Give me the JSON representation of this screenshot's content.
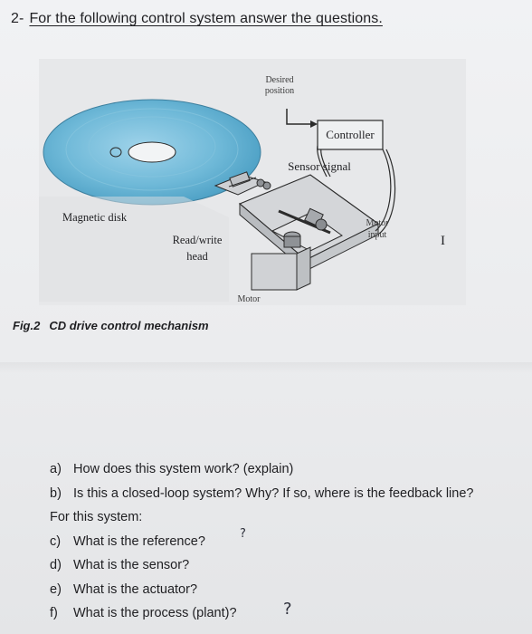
{
  "question": {
    "number": "2-",
    "title": "For the following control system answer the questions."
  },
  "figure": {
    "labels": {
      "desired_position_line1": "Desired",
      "desired_position_line2": "position",
      "controller": "Controller",
      "sensor_signal": "Sensor signal",
      "magnetic_disk": "Magnetic disk",
      "read_write_head_line1": "Read/write",
      "read_write_head_line2": "head",
      "motor_input_line1": "Motor",
      "motor_input_line2": "input",
      "motor": "Motor"
    },
    "caption_label": "Fig.2",
    "caption_text": "CD drive control mechanism",
    "stray_mark": "I"
  },
  "questions": {
    "a": {
      "letter": "a)",
      "text": "How does this system work? (explain)"
    },
    "b": {
      "letter": "b)",
      "text": "Is this a closed-loop system? Why? If so, where is the feedback line?"
    },
    "intro": "For this system:",
    "c": {
      "letter": "c)",
      "text": "What is the reference?"
    },
    "d": {
      "letter": "d)",
      "text": "What is the sensor?"
    },
    "e": {
      "letter": "e)",
      "text": "What is the actuator?"
    },
    "f": {
      "letter": "f)",
      "text": "What is the process (plant)?"
    },
    "handwritten_marks": [
      "?",
      "?"
    ]
  },
  "colors": {
    "disk": "#6fb9d8",
    "disk_dark": "#4a9ec3",
    "figure_bg": "#e7e8ea",
    "ink": "#1f1f22"
  }
}
